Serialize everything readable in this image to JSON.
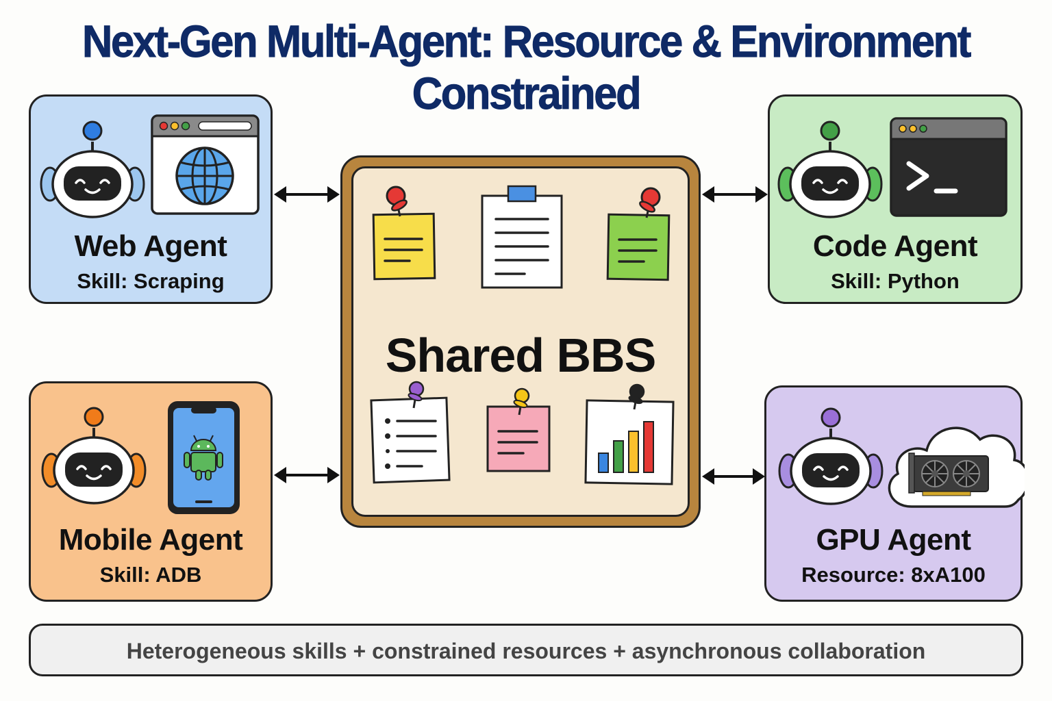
{
  "title": "Next-Gen Multi-Agent: Resource & Environment Constrained",
  "colors": {
    "title": "#0f2a66",
    "web_bg": "#c4dcf6",
    "code_bg": "#c8ebc4",
    "mobile_bg": "#f9c28c",
    "gpu_bg": "#d6c9ef",
    "board_frame": "#b8853e",
    "board_inner": "#f5e7cf",
    "footer_bg": "#f0f0f0"
  },
  "agents": {
    "web": {
      "name": "Web Agent",
      "skill": "Skill: Scraping",
      "icon": "globe-browser-icon"
    },
    "code": {
      "name": "Code Agent",
      "skill": "Skill: Python",
      "icon": "terminal-icon"
    },
    "mobile": {
      "name": "Mobile Agent",
      "skill": "Skill: ADB",
      "icon": "android-phone-icon"
    },
    "gpu": {
      "name": "GPU Agent",
      "skill": "Resource: 8xA100",
      "icon": "cloud-gpu-icon"
    }
  },
  "board": {
    "title": "Shared BBS",
    "notes": [
      "yellow-note",
      "paper-doc",
      "green-note",
      "checklist-note",
      "pink-note",
      "bar-chart-note"
    ]
  },
  "footer": "Heterogeneous skills + constrained resources + asynchronous collaboration"
}
